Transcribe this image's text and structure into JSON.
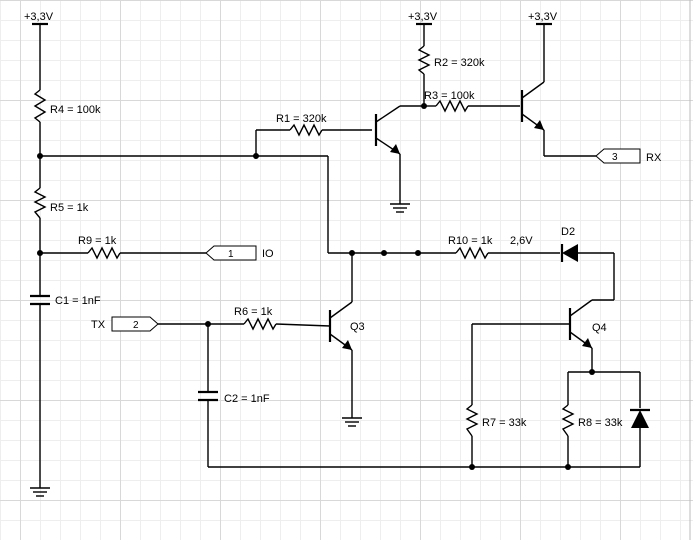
{
  "supplies": [
    {
      "label": "+3,3V"
    },
    {
      "label": "+3,3V"
    },
    {
      "label": "+3,3V"
    }
  ],
  "components": {
    "r1": "R1 = 320k",
    "r2": "R2 = 320k",
    "r3": "R3 = 100k",
    "r4": "R4 = 100k",
    "r5": "R5 = 1k",
    "r6": "R6 = 1k",
    "r7": "R7 = 33k",
    "r8": "R8 = 33k",
    "r9": "R9 = 1k",
    "r10": "R10 = 1k",
    "c1": "C1 = 1nF",
    "c2": "C2 = 1nF",
    "d2": "D2",
    "q3": "Q3",
    "q4": "Q4"
  },
  "voltage_note": "2,6V",
  "ports": {
    "io": {
      "number": "1",
      "name": "IO"
    },
    "tx": {
      "number": "2",
      "name": "TX"
    },
    "rx": {
      "number": "3",
      "name": "RX"
    }
  }
}
